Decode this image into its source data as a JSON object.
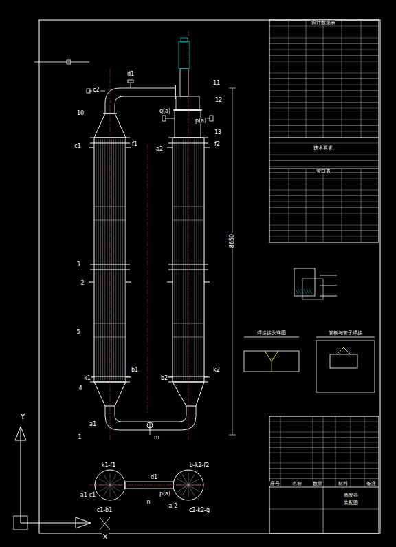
{
  "diagram": {
    "labels": [
      "c2",
      "d1",
      "11",
      "12",
      "10",
      "c1",
      "f1",
      "a2",
      "g(a)",
      "p(a)",
      "f2",
      "13",
      "3",
      "2",
      "5",
      "k1",
      "b1",
      "b2",
      "k2",
      "4",
      "a1",
      "m",
      "1",
      "8650",
      "k1-f1",
      "b-k2-f2",
      "a1-c1",
      "d1",
      "p(a)",
      "n",
      "c1-b1",
      "a-2",
      "c2-k2-g",
      "设计数据表",
      "技术要求",
      "管口表",
      "焊接接头详图",
      "管板与管子焊接",
      "序号",
      "名称",
      "数量",
      "材料",
      "备注",
      "蒸发器",
      "装配图",
      "Y",
      "X"
    ]
  }
}
